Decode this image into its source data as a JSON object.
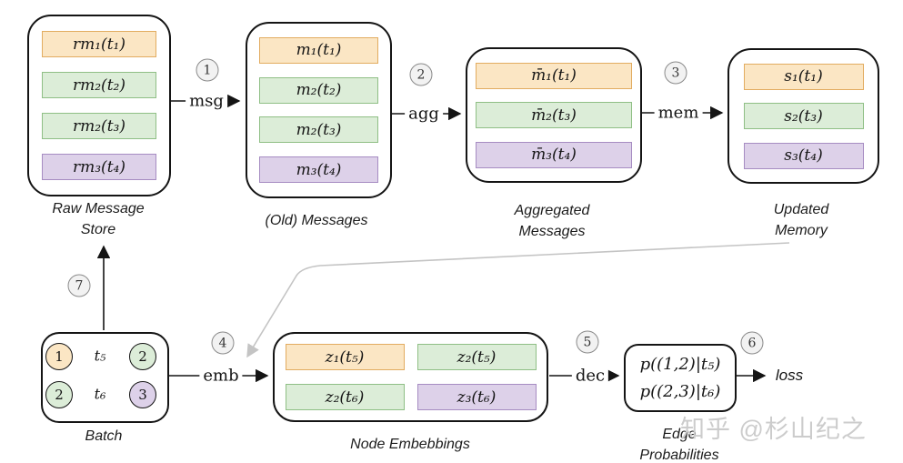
{
  "colors": {
    "orange_fill": "#fbe6c4",
    "orange_border": "#e2ac60",
    "green_fill": "#dcedd8",
    "green_border": "#8fbf85",
    "purple_fill": "#ddd1e9",
    "purple_border": "#a68cc2",
    "box_border": "#141414",
    "step_circle_fill": "#f2f2f2",
    "step_circle_border": "#8a8a8a",
    "gray_arrow": "#c4c4c4",
    "watermark": "#cccccc"
  },
  "stages": {
    "store": {
      "label": "Raw Message\nStore",
      "rows": [
        {
          "label": "rm₁(t₁)",
          "color": "orange"
        },
        {
          "label": "rm₂(t₂)",
          "color": "green"
        },
        {
          "label": "rm₂(t₃)",
          "color": "green"
        },
        {
          "label": "rm₃(t₄)",
          "color": "purple"
        }
      ]
    },
    "messages": {
      "label": "(Old) Messages",
      "rows": [
        {
          "label": "m₁(t₁)",
          "color": "orange"
        },
        {
          "label": "m₂(t₂)",
          "color": "green"
        },
        {
          "label": "m₂(t₃)",
          "color": "green"
        },
        {
          "label": "m₃(t₄)",
          "color": "purple"
        }
      ]
    },
    "aggregated": {
      "label": "Aggregated\nMessages",
      "rows": [
        {
          "label": "m̄₁(t₁)",
          "color": "orange"
        },
        {
          "label": "m̄₂(t₃)",
          "color": "green"
        },
        {
          "label": "m̄₃(t₄)",
          "color": "purple"
        }
      ]
    },
    "memory": {
      "label": "Updated\nMemory",
      "rows": [
        {
          "label": "s₁(t₁)",
          "color": "orange"
        },
        {
          "label": "s₂(t₃)",
          "color": "green"
        },
        {
          "label": "s₃(t₄)",
          "color": "purple"
        }
      ]
    },
    "embeddings": {
      "label": "Node Embebbings",
      "cells": [
        {
          "label": "z₁(t₅)",
          "color": "orange"
        },
        {
          "label": "z₂(t₅)",
          "color": "green"
        },
        {
          "label": "z₂(t₆)",
          "color": "green"
        },
        {
          "label": "z₃(t₆)",
          "color": "purple"
        }
      ]
    },
    "edge_probabilities": {
      "label": "Edge\nProbabilities",
      "lines": [
        "p((1,2)|t₅)",
        "p((2,3)|t₆)"
      ]
    },
    "batch": {
      "label": "Batch",
      "edges": [
        {
          "src": "1",
          "src_color": "orange",
          "time": "t₅",
          "dst": "2",
          "dst_color": "green"
        },
        {
          "src": "2",
          "src_color": "green",
          "time": "t₆",
          "dst": "3",
          "dst_color": "purple"
        }
      ]
    }
  },
  "arrows": {
    "msg": {
      "step": "1",
      "label": "msg"
    },
    "agg": {
      "step": "2",
      "label": "agg"
    },
    "mem": {
      "step": "3",
      "label": "mem"
    },
    "emb": {
      "step": "4",
      "label": "emb"
    },
    "dec": {
      "step": "5",
      "label": "dec"
    },
    "loss": {
      "step": "6",
      "label": "loss"
    },
    "batch_to_store": {
      "step": "7"
    }
  },
  "watermark": "知乎 @杉山纪之"
}
